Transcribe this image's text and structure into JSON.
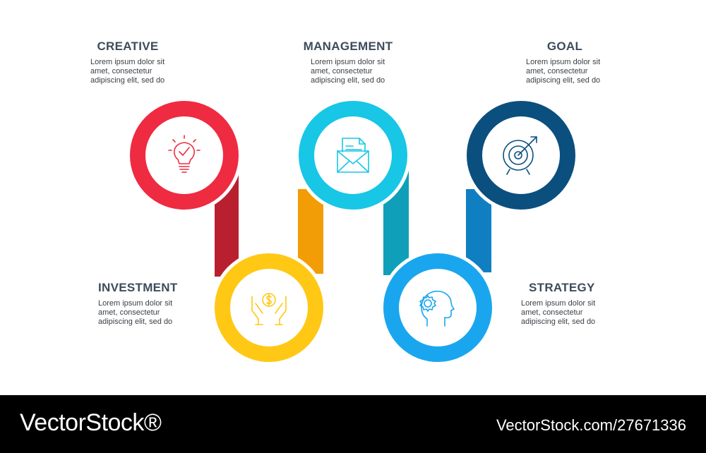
{
  "colors": {
    "title": "#3d4c5c",
    "creative": "#ef2b41",
    "creative_dark": "#b8202f",
    "investment": "#ffc815",
    "investment_dark": "#f29d05",
    "management": "#18c6e6",
    "management_dark": "#0f9fb8",
    "strategy": "#1aa6ef",
    "strategy_dark": "#0f7fc2",
    "goal": "#0b4f7e"
  },
  "steps": [
    {
      "title": "CREATIVE",
      "description": "Lorem ipsum dolor sit\namet, consectetur\nadipiscing elit, sed do",
      "icon": "lightbulb-check-icon"
    },
    {
      "title": "INVESTMENT",
      "description": "Lorem ipsum dolor sit\namet, consectetur\nadipiscing elit, sed do",
      "icon": "hands-dollar-coin-icon"
    },
    {
      "title": "MANAGEMENT",
      "description": "Lorem ipsum dolor sit\namet, consectetur\nadipiscing elit, sed do",
      "icon": "envelope-document-icon"
    },
    {
      "title": "STRATEGY",
      "description": "Lorem ipsum dolor sit\namet, consectetur\nadipiscing elit, sed do",
      "icon": "head-gear-icon"
    },
    {
      "title": "GOAL",
      "description": "Lorem ipsum dolor sit\namet, consectetur\nadipiscing elit, sed do",
      "icon": "target-arrow-icon"
    }
  ],
  "footer": {
    "logo": "VectorStock®",
    "image_id": "VectorStock.com/27671336"
  }
}
